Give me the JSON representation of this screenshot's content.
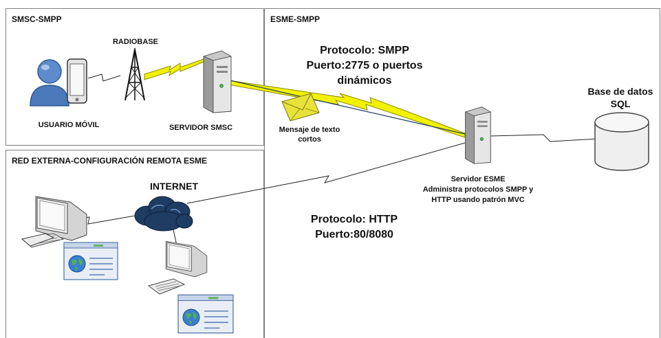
{
  "panels": {
    "smsc": {
      "title": "SMSC-SMPP"
    },
    "ext": {
      "title": "RED EXTERNA-CONFIGURACIÓN REMOTA ESME"
    },
    "esme": {
      "title": "ESME-SMPP"
    }
  },
  "labels": {
    "radiobase": "RADIOBASE",
    "usuario": "USUARIO MÓVIL",
    "servidor_smsc": "SERVIDOR SMSC",
    "internet": "INTERNET",
    "smpp_line1": "Protocolo: SMPP",
    "smpp_line2": "Puerto:2775 o puertos",
    "smpp_line3": "dinámicos",
    "sms_line1": "Mensaje de texto",
    "sms_line2": "cortos",
    "db_line1": "Base de datos",
    "db_line2": "SQL",
    "esme_line1": "Servidor ESME",
    "esme_line2": "Administra protocolos SMPP y",
    "esme_line3": "HTTP usando patrón MVC",
    "http_line1": "Protocolo: HTTP",
    "http_line2": "Puerto:80/8080"
  },
  "colors": {
    "lightning": "#f2f200",
    "lightning_edge": "#8a8a00",
    "user_blue": "#4a78b8",
    "cloud": "#1f3c63"
  },
  "icons": [
    "user-icon",
    "mobile-phone-icon",
    "antenna-tower-icon",
    "server-icon",
    "envelope-icon",
    "database-icon",
    "cloud-icon",
    "desktop-computer-icon",
    "browser-window-icon",
    "globe-icon",
    "keyboard-icon",
    "lightning-link-icon"
  ]
}
